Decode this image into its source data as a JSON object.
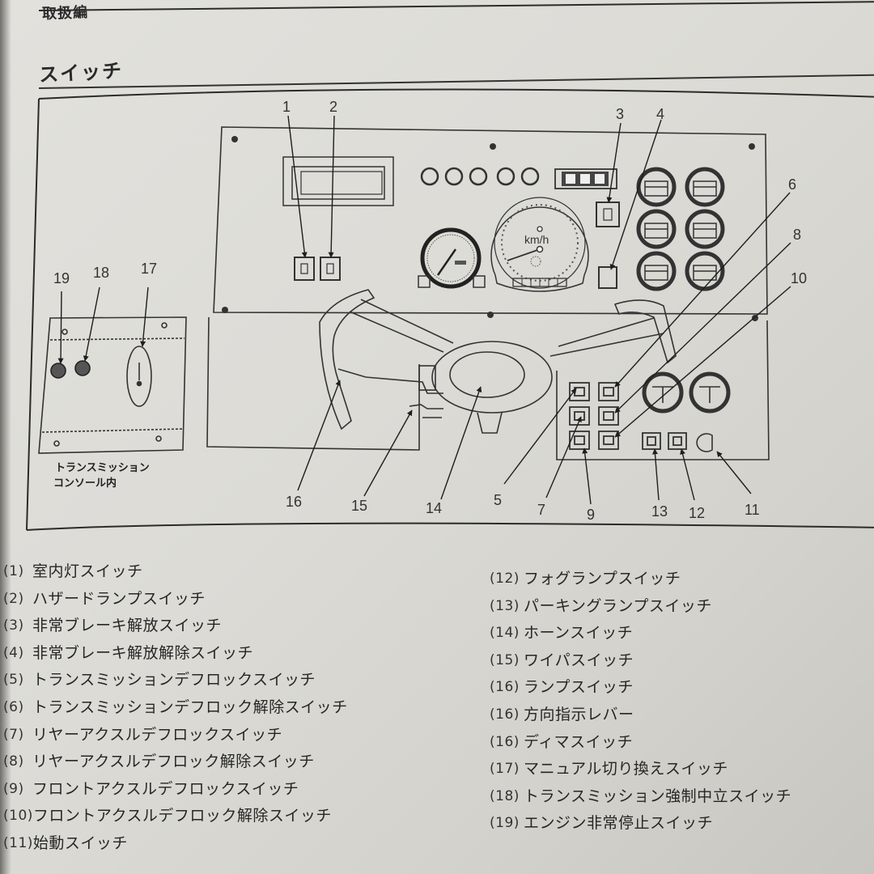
{
  "page": {
    "header_label": "取扱編",
    "section_title": "スイッチ"
  },
  "diagram": {
    "callouts": [
      {
        "id": "1",
        "label": "1"
      },
      {
        "id": "2",
        "label": "2"
      },
      {
        "id": "3",
        "label": "3"
      },
      {
        "id": "4",
        "label": "4"
      },
      {
        "id": "5",
        "label": "5"
      },
      {
        "id": "6",
        "label": "6"
      },
      {
        "id": "7",
        "label": "7"
      },
      {
        "id": "8",
        "label": "8"
      },
      {
        "id": "9",
        "label": "9"
      },
      {
        "id": "10",
        "label": "10"
      },
      {
        "id": "11",
        "label": "11"
      },
      {
        "id": "12",
        "label": "12"
      },
      {
        "id": "13",
        "label": "13"
      },
      {
        "id": "14",
        "label": "14"
      },
      {
        "id": "15",
        "label": "15"
      },
      {
        "id": "16",
        "label": "16"
      },
      {
        "id": "17",
        "label": "17"
      },
      {
        "id": "18",
        "label": "18"
      },
      {
        "id": "19",
        "label": "19"
      }
    ],
    "speedometer_unit": "km/h",
    "console_caption_line1": "トランスミッション",
    "console_caption_line2": "コンソール内"
  },
  "legend": {
    "left": [
      {
        "num": "(1)",
        "text": "室内灯スイッチ"
      },
      {
        "num": "(2)",
        "text": "ハザードランプスイッチ"
      },
      {
        "num": "(3)",
        "text": "非常ブレーキ解放スイッチ"
      },
      {
        "num": "(4)",
        "text": "非常ブレーキ解放解除スイッチ"
      },
      {
        "num": "(5)",
        "text": "トランスミッションデフロックスイッチ"
      },
      {
        "num": "(6)",
        "text": "トランスミッションデフロック解除スイッチ"
      },
      {
        "num": "(7)",
        "text": "リヤーアクスルデフロックスイッチ"
      },
      {
        "num": "(8)",
        "text": "リヤーアクスルデフロック解除スイッチ"
      },
      {
        "num": "(9)",
        "text": "フロントアクスルデフロックスイッチ"
      },
      {
        "num": "(10)",
        "text": "フロントアクスルデフロック解除スイッチ"
      },
      {
        "num": "(11)",
        "text": "始動スイッチ"
      }
    ],
    "right": [
      {
        "num": "(12)",
        "text": "フォグランプスイッチ"
      },
      {
        "num": "(13)",
        "text": "パーキングランプスイッチ"
      },
      {
        "num": "(14)",
        "text": "ホーンスイッチ"
      },
      {
        "num": "(15)",
        "text": "ワイパスイッチ"
      },
      {
        "num": "(16)",
        "text": "ランプスイッチ"
      },
      {
        "num": "(16)",
        "text": "方向指示レバー"
      },
      {
        "num": "(16)",
        "text": "ディマスイッチ"
      },
      {
        "num": "(17)",
        "text": "マニュアル切り換えスイッチ"
      },
      {
        "num": "(18)",
        "text": "トランスミッション強制中立スイッチ"
      },
      {
        "num": "(19)",
        "text": "エンジン非常停止スイッチ"
      }
    ]
  }
}
